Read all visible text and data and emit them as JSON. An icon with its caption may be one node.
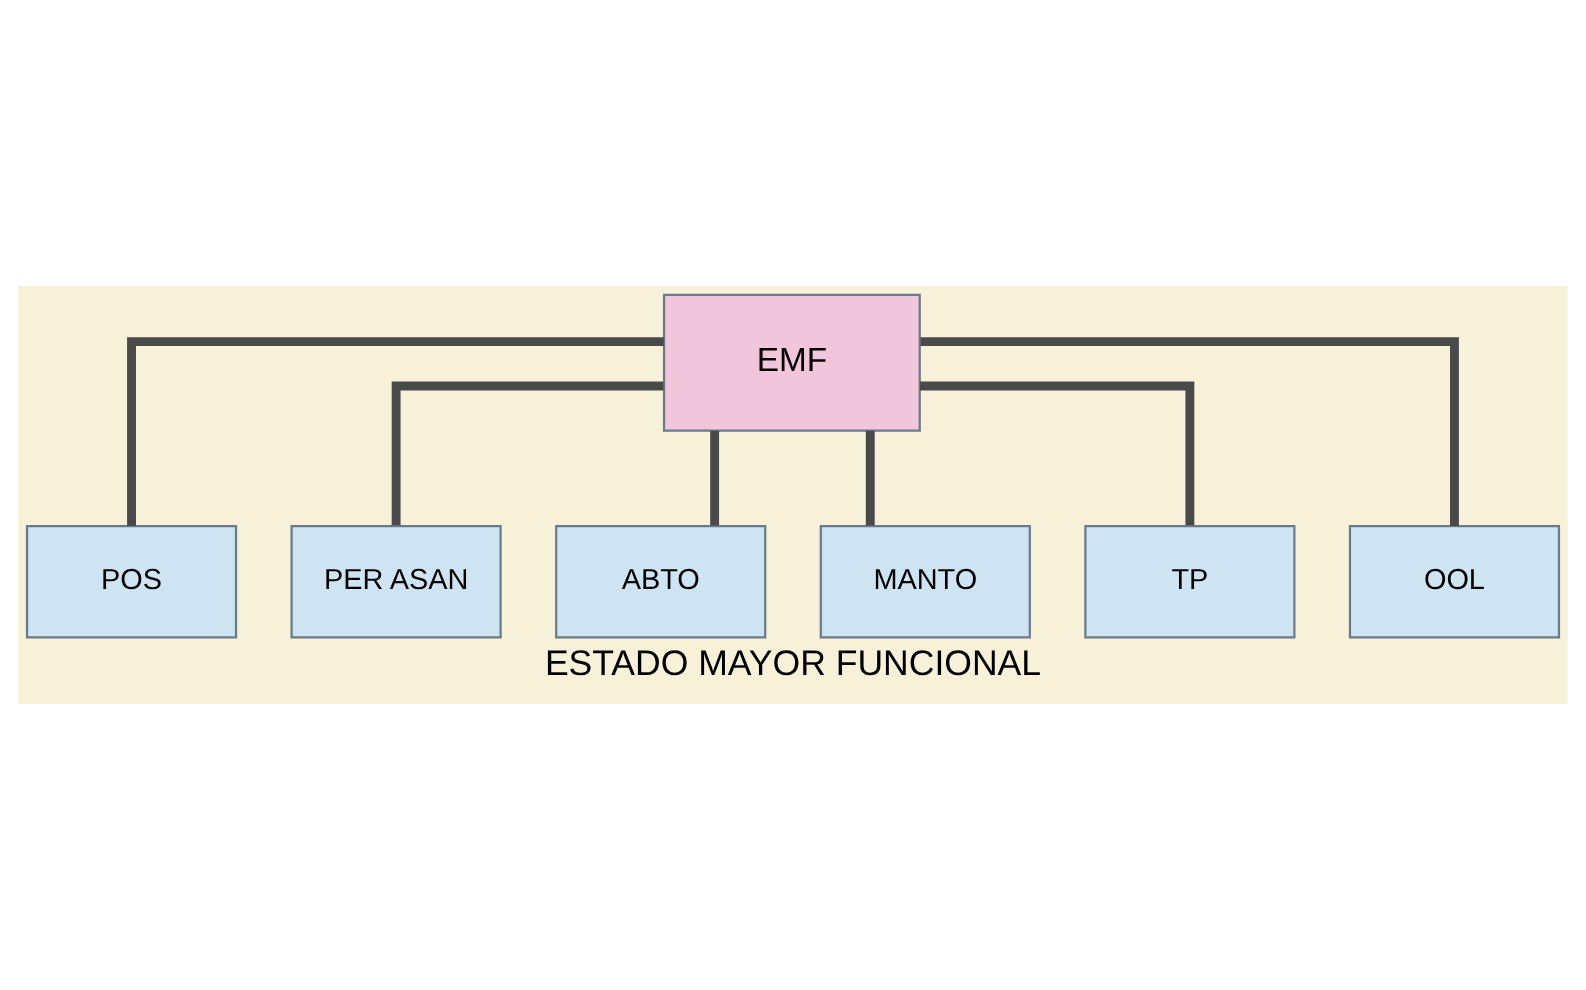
{
  "diagram": {
    "caption": "ESTADO MAYOR FUNCIONAL",
    "nodes": [
      {
        "text": [
          "EMF"
        ]
      },
      {
        "text": [
          "POS"
        ]
      },
      {
        "text": [
          "PER ASAN"
        ]
      },
      {
        "text": [
          "ABTO"
        ]
      },
      {
        "text": [
          "MANTO"
        ]
      },
      {
        "text": [
          "TP"
        ]
      },
      {
        "text": [
          "OOL"
        ]
      }
    ],
    "edges": [
      {
        "from": 0,
        "to": 1,
        "arrow": "none"
      },
      {
        "from": 0,
        "to": 2,
        "arrow": "none"
      },
      {
        "from": 0,
        "to": 3,
        "arrow": "none"
      },
      {
        "from": 0,
        "to": 4,
        "arrow": "none"
      },
      {
        "from": 0,
        "to": 5,
        "arrow": "none"
      },
      {
        "from": 0,
        "to": 6,
        "arrow": "none"
      }
    ]
  }
}
